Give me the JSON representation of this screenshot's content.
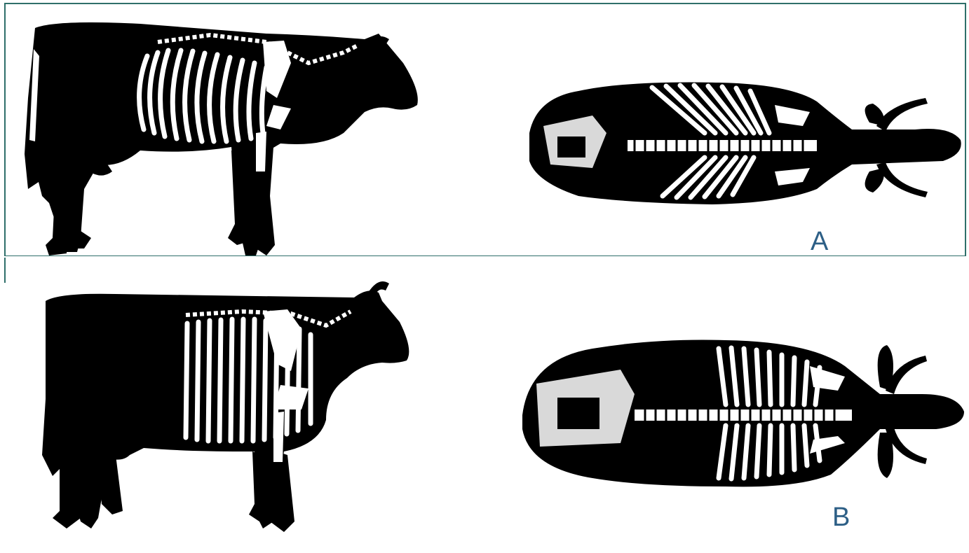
{
  "panels": [
    {
      "label": "A",
      "side_view": "cow-side-silhouette",
      "top_view": "cow-top-silhouette"
    },
    {
      "label": "B",
      "side_view": "cow-side-silhouette",
      "top_view": "cow-top-silhouette"
    }
  ],
  "colors": {
    "silhouette": "#000000",
    "bone": "#ffffff",
    "label": "#2d5f86",
    "border": "#2f6f6a"
  }
}
